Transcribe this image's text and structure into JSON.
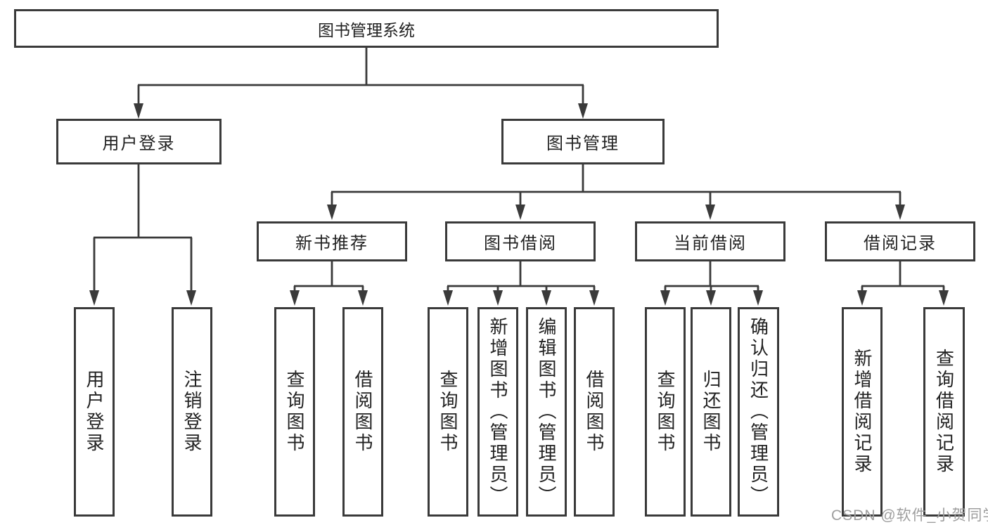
{
  "tree": {
    "root": {
      "label": "图书管理系统"
    },
    "branches": [
      {
        "label": "用户登录",
        "leaves": [
          {
            "label": "用户登录"
          },
          {
            "label": "注销登录"
          }
        ]
      },
      {
        "label": "图书管理",
        "children": [
          {
            "label": "新书推荐",
            "leaves": [
              {
                "label": "查询图书"
              },
              {
                "label": "借阅图书"
              }
            ]
          },
          {
            "label": "图书借阅",
            "leaves": [
              {
                "label": "查询图书"
              },
              {
                "label": "新增图书（管理员）"
              },
              {
                "label": "编辑图书（管理员）"
              },
              {
                "label": "借阅图书"
              }
            ]
          },
          {
            "label": "当前借阅",
            "leaves": [
              {
                "label": "查询图书"
              },
              {
                "label": "归还图书"
              },
              {
                "label": "确认归还（管理员）"
              }
            ]
          },
          {
            "label": "借阅记录",
            "leaves": [
              {
                "label": "新增借阅记录"
              },
              {
                "label": "查询借阅记录"
              }
            ]
          }
        ]
      }
    ]
  },
  "watermark": {
    "text": "CSDN @软件_小贺同学"
  },
  "colors": {
    "line": "#3a3a3a",
    "text": "#222222",
    "bg": "#ffffff",
    "watermark": "#9e9e9e"
  }
}
